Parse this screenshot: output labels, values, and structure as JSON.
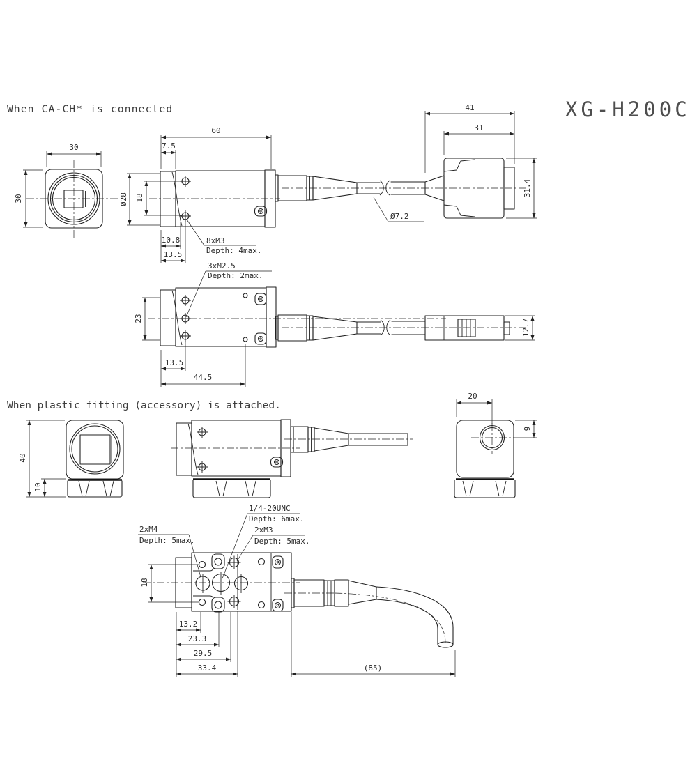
{
  "drawing": {
    "product_name": "XG-H200C",
    "section_cach": {
      "title": "When CA-CH* is connected"
    },
    "section_fitting": {
      "title": "When plastic fitting (accessory) is attached."
    }
  },
  "row1": {
    "front": {
      "w": "30",
      "h": "30"
    },
    "side": {
      "len": "60",
      "front": "7.5",
      "dia": "Ø28",
      "holes": "18",
      "d108": "10.8",
      "d135": "13.5",
      "screw": "8xM3",
      "screw_depth": "Depth: 4max."
    },
    "cable": {
      "dia": "Ø7.2"
    },
    "conn": {
      "total": "41",
      "body": "31",
      "h": "31.4"
    }
  },
  "row2": {
    "top": {
      "h": "23",
      "screw": "3xM2.5",
      "screw_depth": "Depth: 2max.",
      "d135": "13.5",
      "d445": "44.5"
    },
    "conn": {
      "h": "12.7"
    }
  },
  "row3": {
    "front": {
      "h": "40",
      "fit_h": "10"
    },
    "rear": {
      "w": "20",
      "off": "9"
    }
  },
  "row4": {
    "m4": {
      "label": "2xM4",
      "depth": "Depth: 5max."
    },
    "unc": {
      "label": "1/4-20UNC",
      "depth": "Depth: 6max."
    },
    "m3": {
      "label": "2xM3",
      "depth": "Depth: 5max."
    },
    "dims": {
      "holes": "18",
      "d132": "13.2",
      "d233": "23.3",
      "d295": "29.5",
      "d334": "33.4",
      "cable": "(85)"
    }
  },
  "colors": {
    "line": "#222222",
    "text": "#2a2a2a",
    "title": "#3c3c3c",
    "product": "#4e4e4e"
  }
}
